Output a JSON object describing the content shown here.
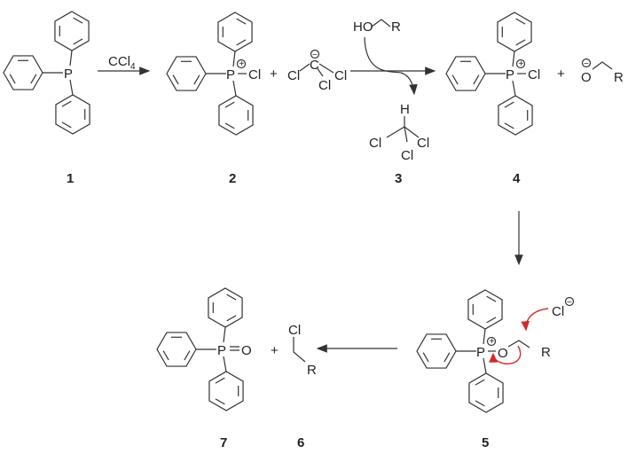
{
  "title": "Appel reaction mechanism",
  "reagent": "CCl",
  "reagent_sub": "4",
  "atoms": {
    "P": "P",
    "Cl": "Cl",
    "O": "O",
    "R": "R",
    "H": "H",
    "HO": "HO",
    "C": "C",
    "plus": "+",
    "charge_pos": "+",
    "charge_neg": "−"
  },
  "compound_labels": [
    "1",
    "2",
    "3",
    "4",
    "5",
    "6",
    "7"
  ],
  "colors": {
    "bond": "#333333",
    "electron_arrow": "#d42a2a"
  }
}
